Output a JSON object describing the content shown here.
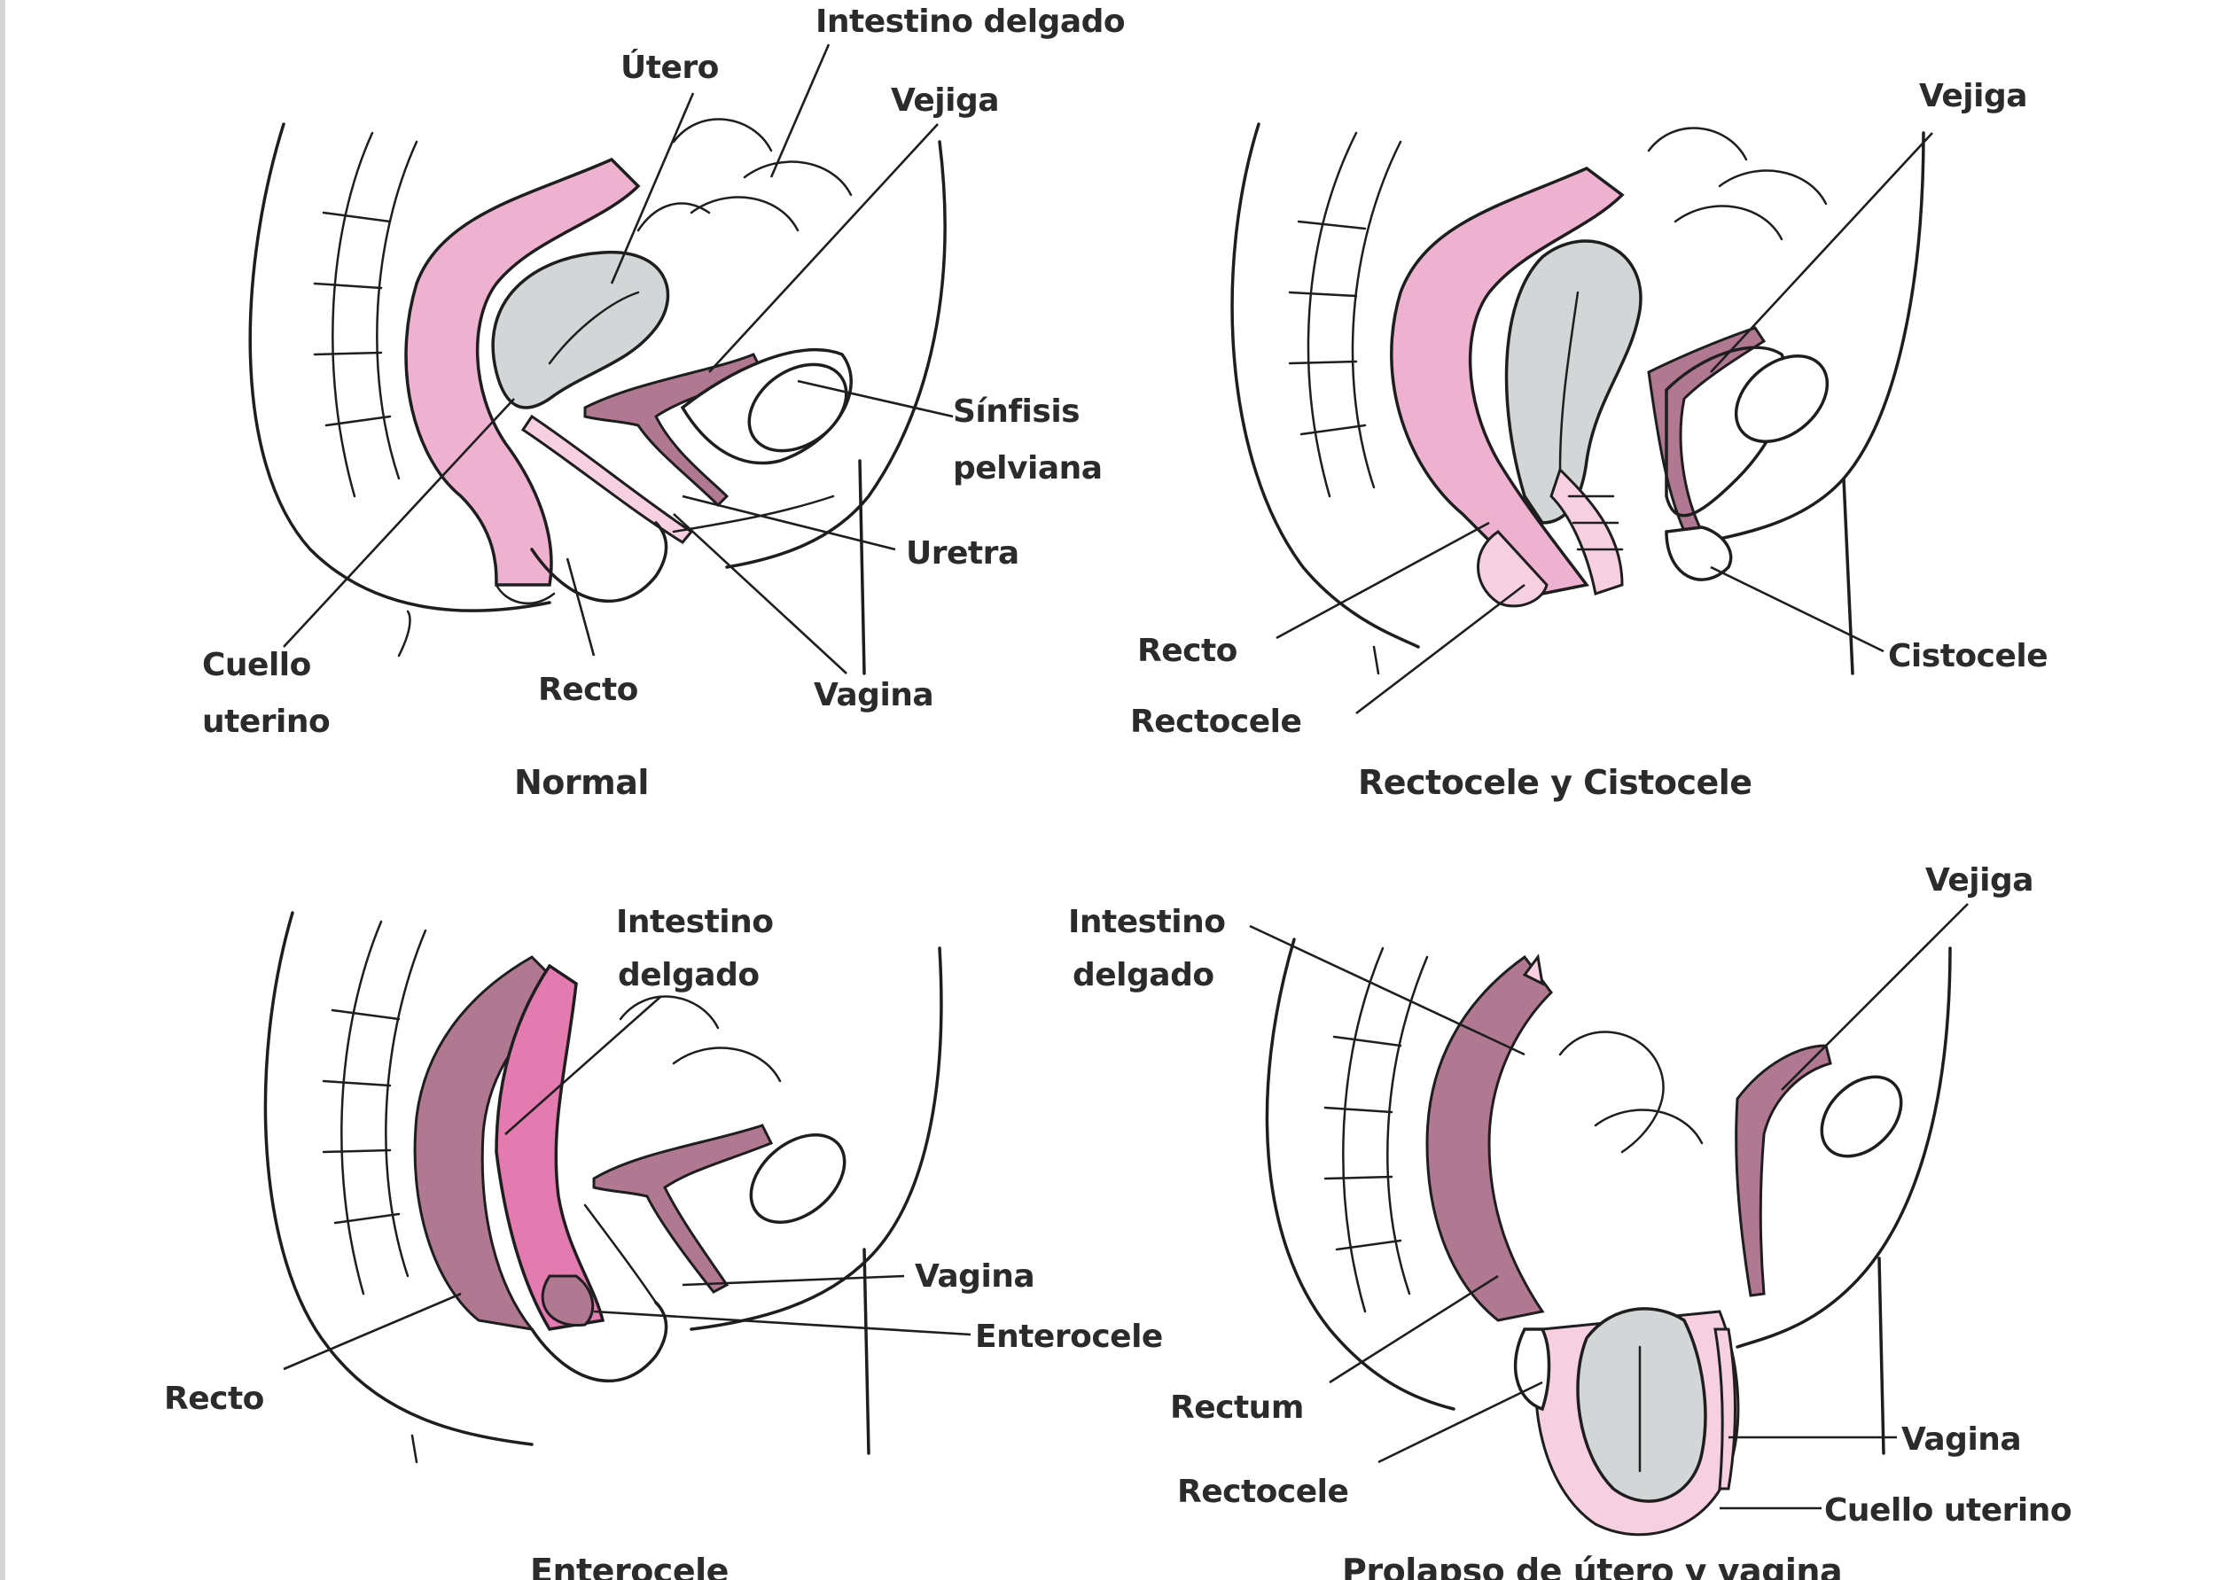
{
  "panels": [
    {
      "id": "normal",
      "caption": "Normal",
      "labels": {
        "intestino_delgado": "Intestino delgado",
        "utero": "Útero",
        "vejiga": "Vejiga",
        "sinfisis_1": "Sínfisis",
        "sinfisis_2": "pelviana",
        "uretra": "Uretra",
        "vagina": "Vagina",
        "recto": "Recto",
        "cuello_1": "Cuello",
        "cuello_2": "uterino"
      }
    },
    {
      "id": "rectocele-cistocele",
      "caption": "Rectocele y Cistocele",
      "labels": {
        "vejiga": "Vejiga",
        "recto": "Recto",
        "rectocele": "Rectocele",
        "cistocele": "Cistocele"
      }
    },
    {
      "id": "enterocele",
      "caption": "Enterocele",
      "labels": {
        "intestino_1": "Intestino",
        "intestino_2": "delgado",
        "vagina": "Vagina",
        "enterocele": "Enterocele",
        "recto": "Recto"
      }
    },
    {
      "id": "prolapso",
      "caption": "Prolapso de útero y vagina",
      "labels": {
        "intestino_1": "Intestino",
        "intestino_2": "delgado",
        "vejiga": "Vejiga",
        "rectum": "Rectum",
        "rectocele": "Rectocele",
        "vagina": "Vagina",
        "cuello_uterino": "Cuello uterino"
      }
    }
  ],
  "colors": {
    "rectum_pink": "#efb1d0",
    "enterocele_pink": "#e37ab0",
    "vagina_mauve": "#b07891",
    "organ_gray": "#d3d6d7"
  }
}
